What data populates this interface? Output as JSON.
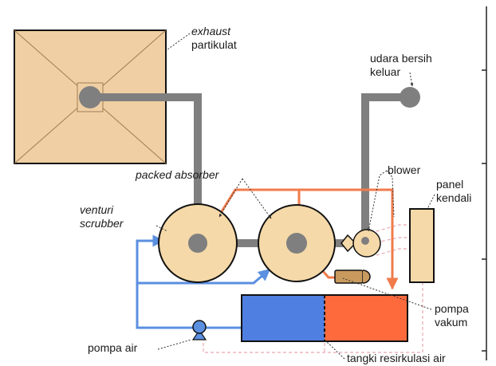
{
  "labels": {
    "exhaust": "exhaust",
    "partikulat": "partikulat",
    "udara_line1": "udara bersih",
    "udara_line2": "keluar",
    "packed_absorber": "packed absorber",
    "blower": "blower",
    "panel_line1": "panel",
    "panel_line2": "kendali",
    "venturi_line1": "venturi",
    "venturi_line2": "scrubber",
    "pompa_vakum_line1": "pompa",
    "pompa_vakum_line2": "vakum",
    "pompa_air": "pompa air",
    "tangki": "tangki resirkulasi air"
  },
  "colors": {
    "duct": "#7f7f7f",
    "vessel_fill": "#f5d9a8",
    "water_line": "#5b8fe0",
    "recirc_line": "#f07b4b",
    "tank_water": "#4f7fe0",
    "tank_recirc": "#ff6a3d",
    "outline": "#111111",
    "room_fill": "#efcfa3",
    "pump_fill": "#c99a5e",
    "dashed_line": "#e8a8b0"
  },
  "icons": {
    "pompa_air": "pump-icon",
    "blower": "blower-icon",
    "pompa_vakum": "vacuum-pump-icon"
  }
}
